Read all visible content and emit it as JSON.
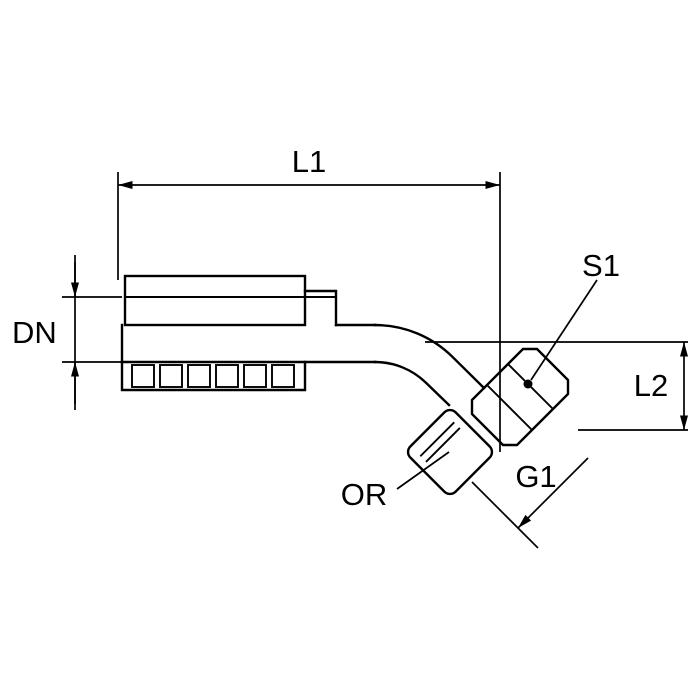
{
  "diagram": {
    "type": "technical-drawing",
    "subject": "45-degree hose fitting with swivel nut and O-ring",
    "colors": {
      "line": "#000000",
      "background": "#ffffff"
    },
    "labels": {
      "l1": "L1",
      "dn": "DN",
      "s1": "S1",
      "l2": "L2",
      "or": "OR",
      "g1": "G1"
    }
  }
}
